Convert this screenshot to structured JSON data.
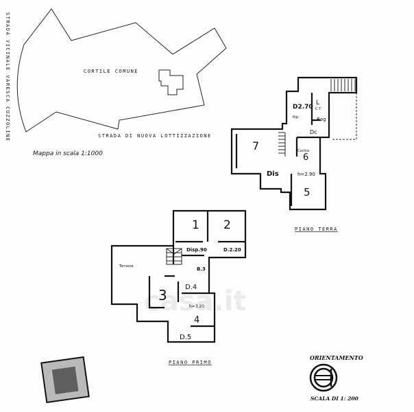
{
  "site_map": {
    "road_left": "STRADA VICINALE VARESCA CUZZOLINE",
    "courtyard": "CORTILE COMUNE",
    "road_bottom": "STRADA DI NUOVA LOTTIZZAZIONE",
    "scale_note": "Mappa in scala 1:1000"
  },
  "ground_floor": {
    "title": "PIANO TERRA",
    "rooms": {
      "r7": "7",
      "storage_height": "D2.70",
      "storage": "Rip.",
      "boiler": "C.T.",
      "laundry": "L",
      "bath": "Bag",
      "shower": "Dc",
      "kitchen": "Cucina",
      "r6": "6",
      "hall": "Dis",
      "height": "h=2.90",
      "r5": "5"
    }
  },
  "first_floor": {
    "title": "PIANO PRIMO",
    "rooms": {
      "r1": "1",
      "r2": "2",
      "landing": "Disp.90",
      "d2": "D.2.20",
      "terrace": "Terrazza",
      "b3": "B.3",
      "d4": "D.4",
      "r3": "3",
      "height": "h=3.20",
      "r4": "4",
      "d5": "D.5"
    }
  },
  "legend": {
    "orientation": "ORIENTAMENTO",
    "scale": "SCALA DI 1: 200"
  },
  "watermark": "casa.it"
}
